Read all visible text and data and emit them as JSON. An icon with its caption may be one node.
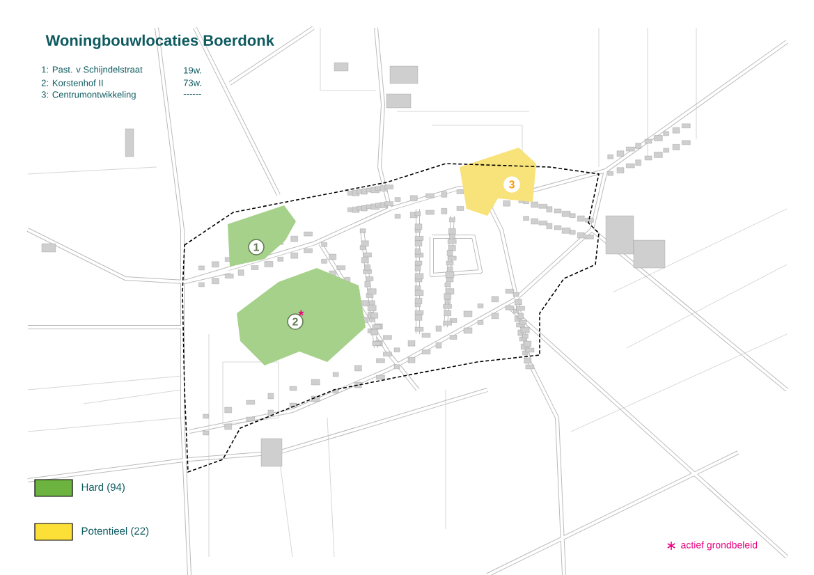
{
  "diagram": {
    "title": "Woningbouwlocaties Boerdonk",
    "nodes": [
      {
        "text": [
          "1"
        ]
      },
      {
        "text": [
          "2"
        ],
        "beside": [
          "*"
        ]
      },
      {
        "text": [
          "3"
        ]
      }
    ],
    "labels": [
      "1: Past. v Schijndelstraat",
      "19w.",
      "2: Korstenhof II",
      "73w.",
      "3: Centrumontwikkeling",
      "------"
    ],
    "legend": [
      {
        "text": "Hard (94)",
        "color": "#6db33f"
      },
      {
        "text": "Potentieel (22)",
        "color": "#fce038"
      },
      {
        "text": "actief grondbeleid"
      }
    ]
  }
}
